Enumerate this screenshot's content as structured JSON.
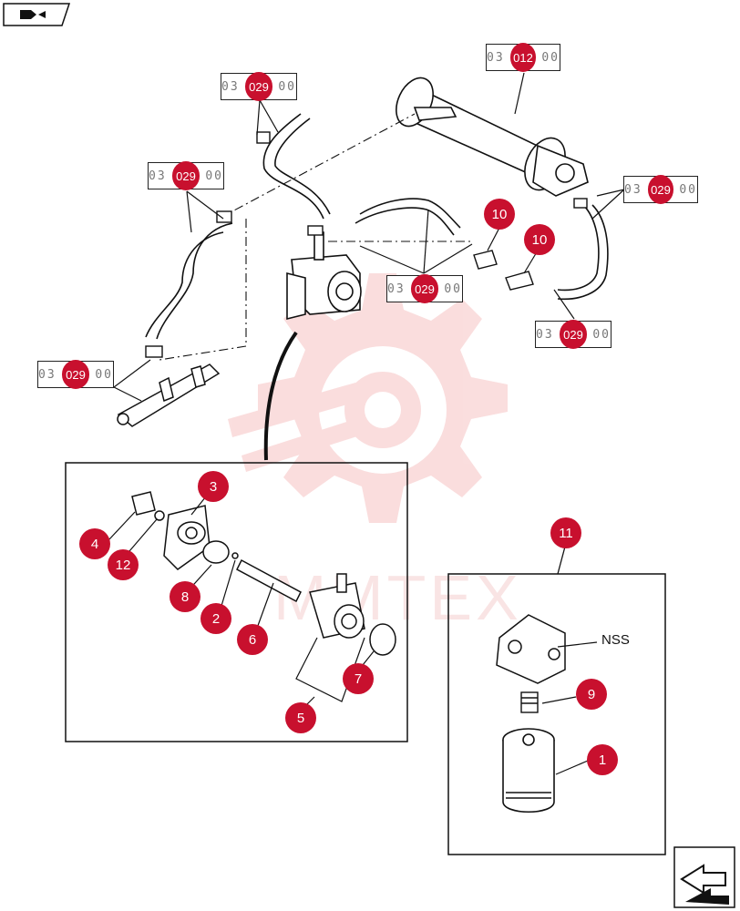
{
  "refs": {
    "r1": {
      "left": "03",
      "mid": "012",
      "right": "00"
    },
    "r2": {
      "left": "03",
      "mid": "029",
      "right": "00"
    },
    "r3": {
      "left": "03",
      "mid": "029",
      "right": "00"
    },
    "r4": {
      "left": "03",
      "mid": "029",
      "right": "00"
    },
    "r5": {
      "left": "03",
      "mid": "029",
      "right": "00"
    },
    "r6": {
      "left": "03",
      "mid": "029",
      "right": "00"
    },
    "r7": {
      "left": "03",
      "mid": "029",
      "right": "00"
    }
  },
  "callouts": {
    "c10a": "10",
    "c10b": "10",
    "c3": "3",
    "c4": "4",
    "c12": "12",
    "c8": "8",
    "c2": "2",
    "c6": "6",
    "c7": "7",
    "c5": "5",
    "c11": "11",
    "c9": "9",
    "c1": "1"
  },
  "nss_label": "NSS",
  "watermark_text": "MMTEX",
  "colors": {
    "callout": "#c8102e",
    "line": "#111111",
    "watermark": "#f6c9c9"
  },
  "icons": {
    "top_left": "nav-back-arrow-icon",
    "bottom_right": "nav-forward-arrow-icon"
  }
}
